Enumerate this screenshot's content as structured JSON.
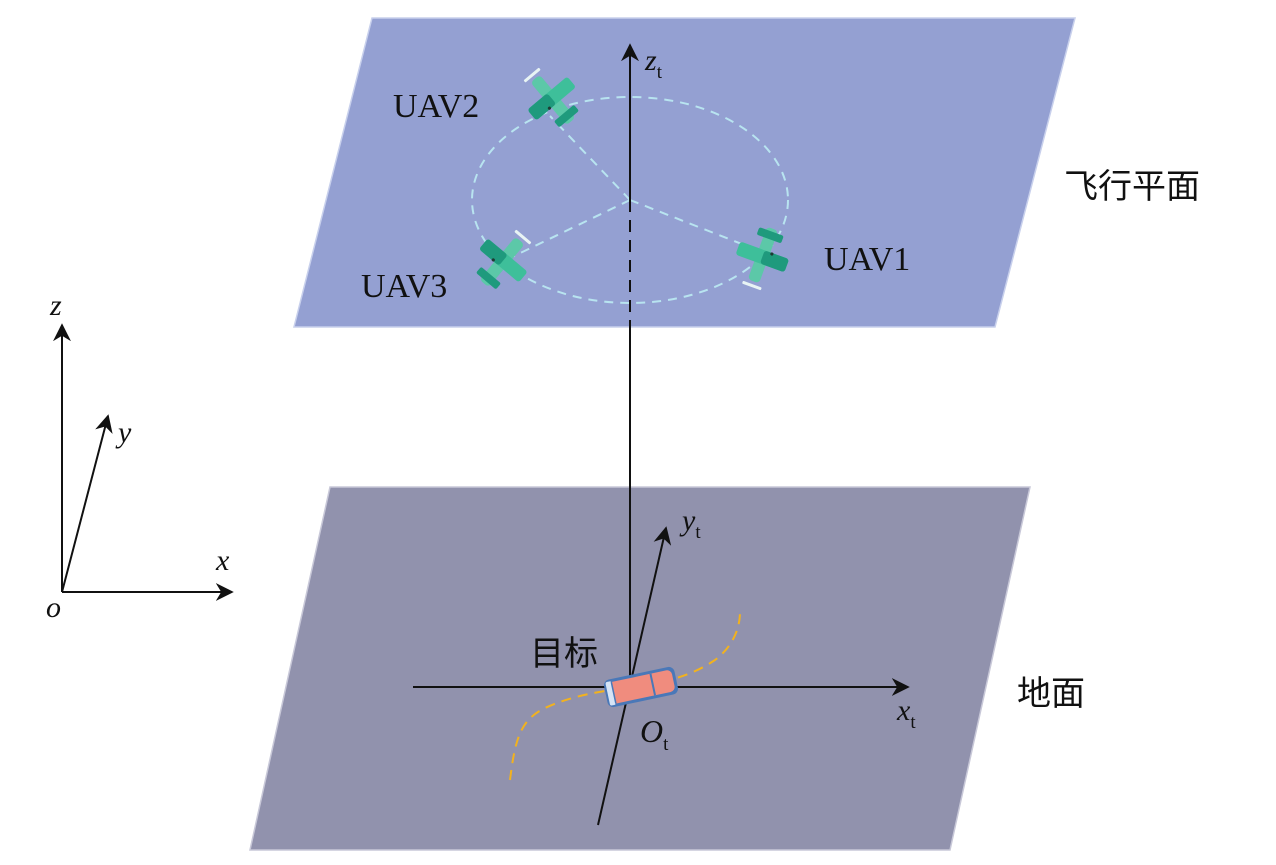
{
  "planes": {
    "flight_label": "飞行平面",
    "ground_label": "地面",
    "flight_color": "#94a0d2",
    "ground_color": "#9192ad"
  },
  "uavs": [
    {
      "label": "UAV1"
    },
    {
      "label": "UAV2"
    },
    {
      "label": "UAV3"
    }
  ],
  "uav_colors": {
    "wing": "#3ebf9a",
    "wing_dark": "#1f9a7d",
    "tail": "#5cc8a8",
    "prop": "#e8f4f4"
  },
  "formation_circle_color": "#b8e4f0",
  "target": {
    "label": "目标",
    "car_color": "#f08c7e",
    "car_outline": "#4a78b8",
    "track_color": "#f2b21e"
  },
  "target_frame": {
    "origin": "O",
    "origin_sub": "t",
    "x": "x",
    "x_sub": "t",
    "y": "y",
    "y_sub": "t",
    "z": "z",
    "z_sub": "t"
  },
  "world_frame": {
    "origin": "o",
    "x": "x",
    "y": "y",
    "z": "z"
  }
}
